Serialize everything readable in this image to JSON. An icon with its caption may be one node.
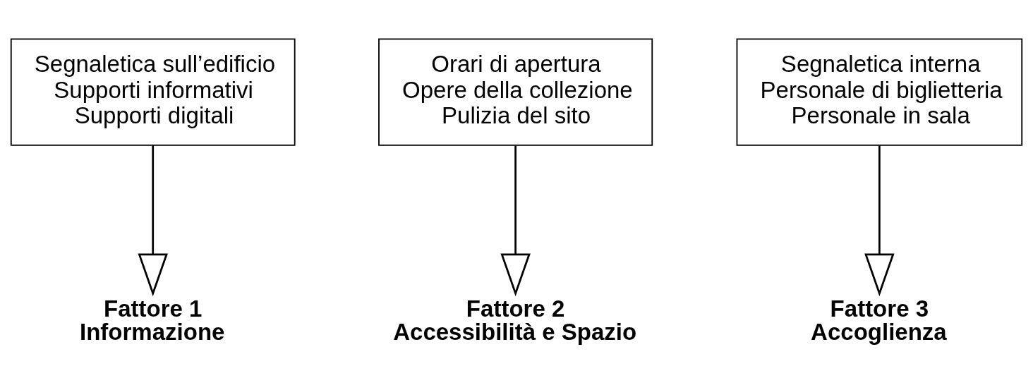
{
  "diagram": {
    "nodes": [
      {
        "text": [
          "Segnaletica sull’edificio",
          "Supporti informativi",
          "Supporti digitali"
        ]
      },
      {
        "text": [
          "Orari di apertura",
          "Opere della collezione",
          "Pulizia del sito"
        ]
      },
      {
        "text": [
          "Segnaletica interna",
          "Personale di biglietteria",
          "Personale in sala"
        ]
      },
      {
        "text": [
          "Fattore 1",
          "Informazione"
        ]
      },
      {
        "text": [
          "Fattore 2",
          "Accessibilità e Spazio"
        ]
      },
      {
        "text": [
          "Fattore 3",
          "Accoglienza"
        ]
      }
    ],
    "edges": [
      {
        "from": 0,
        "to": 3,
        "arrow": "to"
      },
      {
        "from": 1,
        "to": 4,
        "arrow": "to"
      },
      {
        "from": 2,
        "to": 5,
        "arrow": "to"
      }
    ]
  }
}
